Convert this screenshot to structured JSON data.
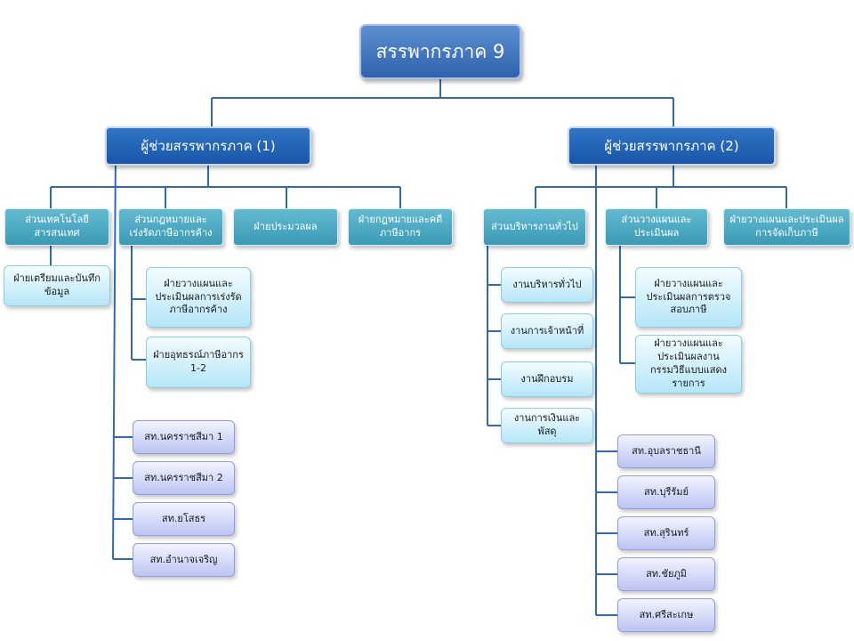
{
  "root": {
    "label": "สรรพากรภาค 9"
  },
  "assistant1": {
    "label": "ผู้ช่วยสรรพากรภาค (1)",
    "depts": [
      "ส่วนเทคโนโลยีสารสนเทศ",
      "ส่วนกฎหมายและเร่งรัดภาษีอากรค้าง",
      "ฝ่ายประมวลผล",
      "ฝ่ายกฎหมายและคดีภาษีอากร"
    ],
    "it_sub": "ฝ่ายเตรียมและบันทึกข้อมูล",
    "law_subs": [
      "ฝ่ายวางแผนและประเมินผลการเร่งรัดภาษีอากรค้าง",
      "ฝ่ายอุทธรณ์ภาษีอากร 1-2"
    ],
    "offices": [
      "สท.นครราชสีมา 1",
      "สท.นครราชสีมา 2",
      "สท.ยโสธร",
      "สท.อำนาจเจริญ"
    ]
  },
  "assistant2": {
    "label": "ผู้ช่วยสรรพากรภาค (2)",
    "depts": [
      "ส่วนบริหารงานทั่วไป",
      "ส่วนวางแผนและประเมินผล",
      "ฝ่ายวางแผนและประเมินผลการจัดเก็บภาษี"
    ],
    "admin_subs": [
      "งานบริหารทั่วไป",
      "งานการเจ้าหน้าที่",
      "งานฝึกอบรม",
      "งานการเงินและพัสดุ"
    ],
    "plan_subs": [
      "ฝ่ายวางแผนและประเมินผลการตรวจสอบภาษี",
      "ฝ่ายวางแผนและประเมินผลงานกรรมวิธีแบบแสดงรายการ"
    ],
    "offices": [
      "สท.อุบลราชธานี",
      "สท.บุรีรัมย์",
      "สท.สุรินทร์",
      "สท.ชัยภูมิ",
      "สท.ศรีสะเกษ"
    ]
  },
  "colors": {
    "line": "#2f6bb3",
    "root": "#2e62ac",
    "assistant": "#1a56a8",
    "dept": "#3b9ab5",
    "sub": "#b5e6f7",
    "office": "#bcc4f2"
  }
}
